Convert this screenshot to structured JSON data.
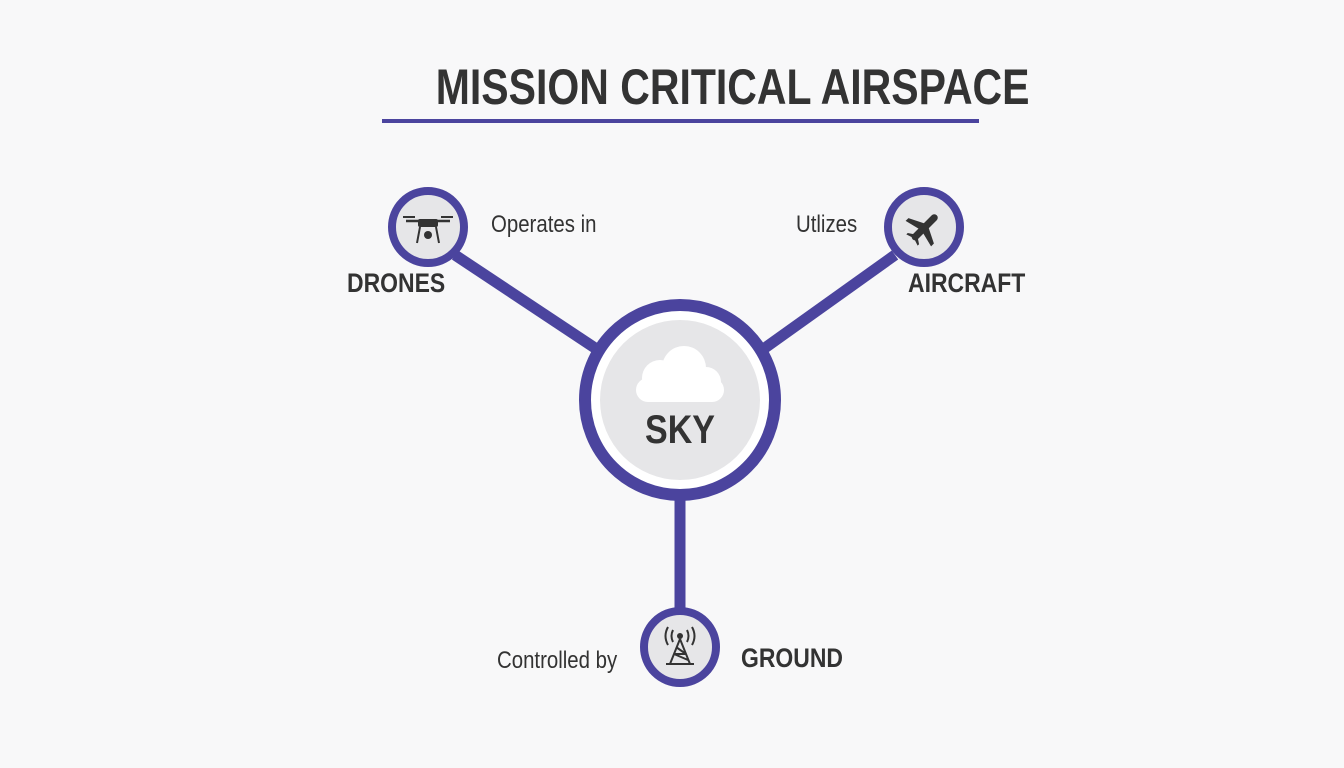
{
  "title": "MISSION CRITICAL AIRSPACE",
  "colors": {
    "accent": "#4b449e",
    "node_fill": "#e6e6e8",
    "text": "#333333",
    "background": "#f8f8f9"
  },
  "center_node": {
    "label": "SKY",
    "icon": "cloud-icon"
  },
  "nodes": [
    {
      "label": "DRONES",
      "relation": "Operates in",
      "icon": "drone-icon"
    },
    {
      "label": "AIRCRAFT",
      "relation": "Utlizes",
      "icon": "airplane-icon"
    },
    {
      "label": "GROUND",
      "relation": "Controlled by",
      "icon": "radio-tower-icon"
    }
  ]
}
